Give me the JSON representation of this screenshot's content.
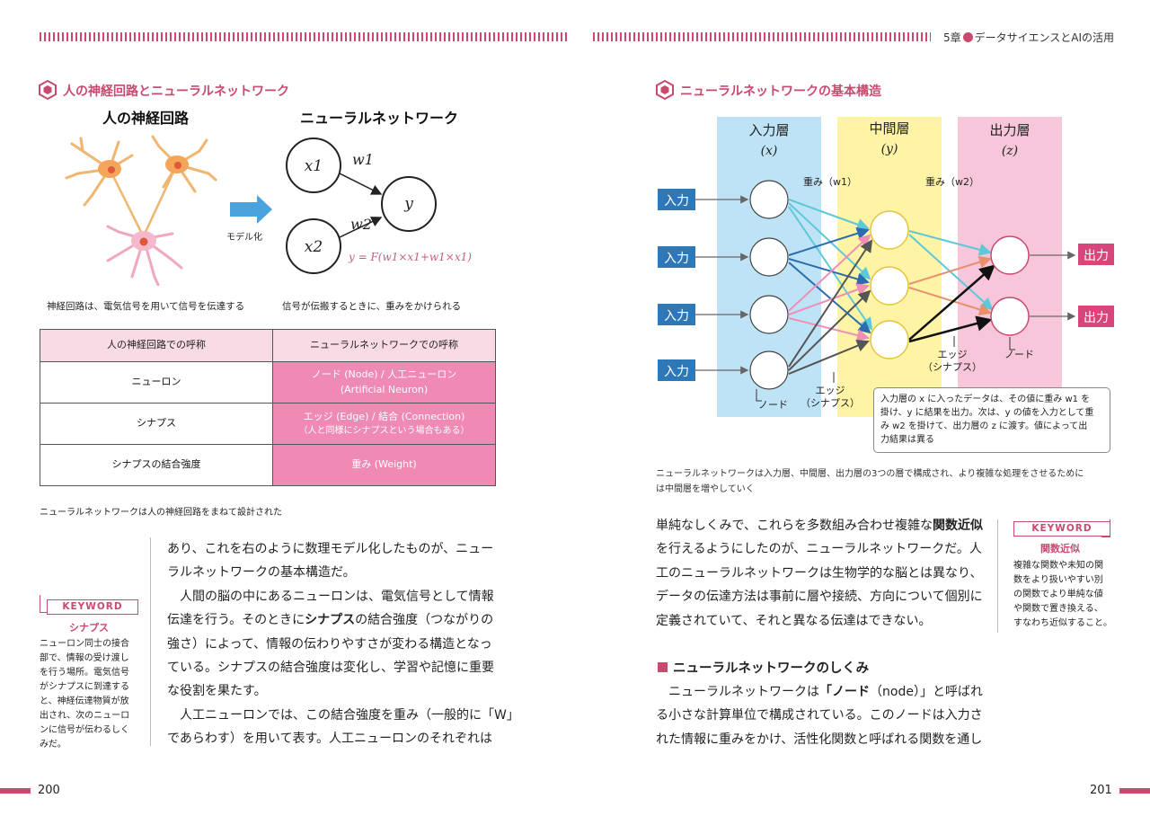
{
  "header": {
    "chapter": "5章",
    "chapter_title": "データサイエンスとAIの活用"
  },
  "left": {
    "section_title": "人の神経回路とニューラルネットワーク",
    "sub_left": "人の神経回路",
    "sub_right": "ニューラルネットワーク",
    "arrow_label": "モデル化",
    "diagram": {
      "x1": "x1",
      "x2": "x2",
      "y": "y",
      "w1": "w1",
      "w2": "w2",
      "formula": "y = F(w1×x1+w1×x1)"
    },
    "cap_left": "神経回路は、電気信号を用いて信号を伝達する",
    "cap_right": "信号が伝搬するときに、重みをかけられる",
    "table": {
      "headers": [
        "人の神経回路での呼称",
        "ニューラルネットワークでの呼称"
      ],
      "rows": [
        {
          "left": "ニューロン",
          "right1": "ノード (Node) / 人工ニューロン",
          "right2": "(Artificial Neuron)"
        },
        {
          "left": "シナプス",
          "right1": "エッジ (Edge) / 結合 (Connection)",
          "right2": "（人と同様にシナプスという場合もある）"
        },
        {
          "left": "シナプスの結合強度",
          "right1": "重み (Weight)",
          "right2": ""
        }
      ]
    },
    "table_caption": "ニューラルネットワークは人の神経回路をまねて設計された",
    "keyword": {
      "badge": "KEYWORD",
      "term": "シナプス",
      "lines": [
        "ニューロン同士の接合",
        "部で、情報の受け渡し",
        "を行う場所。電気信号",
        "がシナプスに到達する",
        "と、神経伝達物質が放",
        "出され、次のニューロ",
        "ンに信号が伝わるしく",
        "みだ。"
      ]
    },
    "body": {
      "l1": "あり、これを右のように数理モデル化したものが、ニュー",
      "l2": "ラルネットワークの基本構造だ。",
      "l3": "　人間の脳の中にあるニューロンは、電気信号として情報",
      "l4": "伝達を行う。そのときに",
      "l4b": "シナプス",
      "l4c": "の結合強度（つながりの",
      "l5": "強さ）によって、情報の伝わりやすさが変わる構造となっ",
      "l6": "ている。シナプスの結合強度は変化し、学習や記憶に重要",
      "l7": "な役割を果たす。",
      "l8": "　人工ニューロンでは、この結合強度を重み（一般的に「W」",
      "l9": "であらわす）を用いて表す。人工ニューロンのそれぞれは"
    },
    "page_number": "200"
  },
  "right": {
    "section_title": "ニューラルネットワークの基本構造",
    "diagram": {
      "input_layer": "入力層",
      "input_var": "(x)",
      "hidden_layer": "中間層",
      "hidden_var": "(y)",
      "output_layer": "出力層",
      "output_var": "(z)",
      "weight1": "重み（w1）",
      "weight2": "重み（w2）",
      "input_label": "入力",
      "output_label": "出力",
      "node_label": "ノード",
      "edge_label1": "エッジ",
      "edge_label2": "（シナプス）"
    },
    "note": [
      "入力層の x に入ったデータは、その値に重み w1 を",
      "掛け、y に結果を出力。次は、y の値を入力として重",
      "み w2 を掛けて、出力層の z に渡す。値によって出",
      "力結果は異る"
    ],
    "caption1": "ニューラルネットワークは入力層、中間層、出力層の3つの層で構成され、より複雑な処理をさせるために",
    "caption2": "は中間層を増やしていく",
    "body": {
      "l1": "単純なしくみで、これらを多数組み合わせ複雑な",
      "l1b": "関数近似",
      "l2": "を行えるようにしたのが、ニューラルネットワークだ。人",
      "l3": "工のニューラルネットワークは生物学的な脳とは異なり、",
      "l4": "データの伝達方法は事前に層や接続、方向について個別に",
      "l5": "定義されていて、それと異なる伝達はできない。"
    },
    "heading": "ニューラルネットワークのしくみ",
    "body2": {
      "l1a": "　ニューラルネットワークは",
      "l1b": "「ノード",
      "l1c": "（node）」",
      "l1d": "と呼ばれ",
      "l2": "る小さな計算単位で構成されている。このノードは入力さ",
      "l3": "れた情報に重みをかけ、活性化関数と呼ばれる関数を通し"
    },
    "keyword": {
      "badge": "KEYWORD",
      "term": "関数近似",
      "lines": [
        "複雑な関数や未知の関",
        "数をより扱いやすい別",
        "の関数でより単純な値",
        "や関数で置き換える、",
        "すなわち近似すること。"
      ]
    },
    "page_number": "201"
  },
  "colors": {
    "accent": "#c94a6f",
    "blue": "#2f78b7",
    "input_band": "#bfe3f6",
    "hidden_band": "#fff4a6",
    "output_band": "#f7c6da"
  }
}
